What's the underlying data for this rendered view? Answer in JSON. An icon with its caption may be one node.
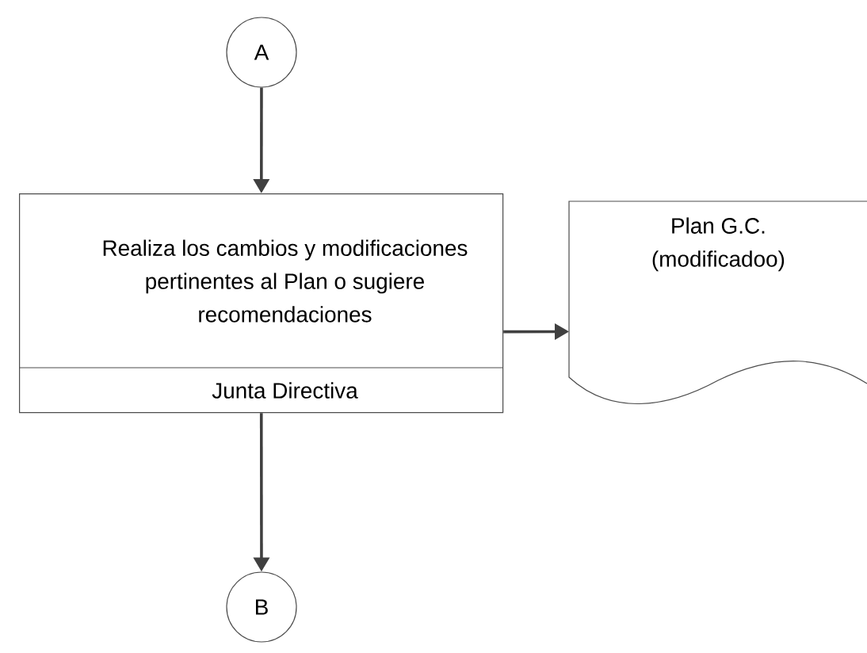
{
  "diagram": {
    "nodes": [
      {
        "text": [
          "A"
        ]
      },
      {
        "text": [
          "Realiza los cambios y modificaciones pertinentes al Plan o sugiere recomendaciones",
          "Junta Directiva"
        ]
      },
      {
        "text": [
          "Plan G.C. (modificadoo)"
        ]
      },
      {
        "text": [
          "B"
        ]
      }
    ],
    "edges": [
      {
        "from": 0,
        "to": 1,
        "arrow": "to"
      },
      {
        "from": 1,
        "to": 2,
        "arrow": "to"
      },
      {
        "from": 1,
        "to": 3,
        "arrow": "to"
      }
    ]
  }
}
